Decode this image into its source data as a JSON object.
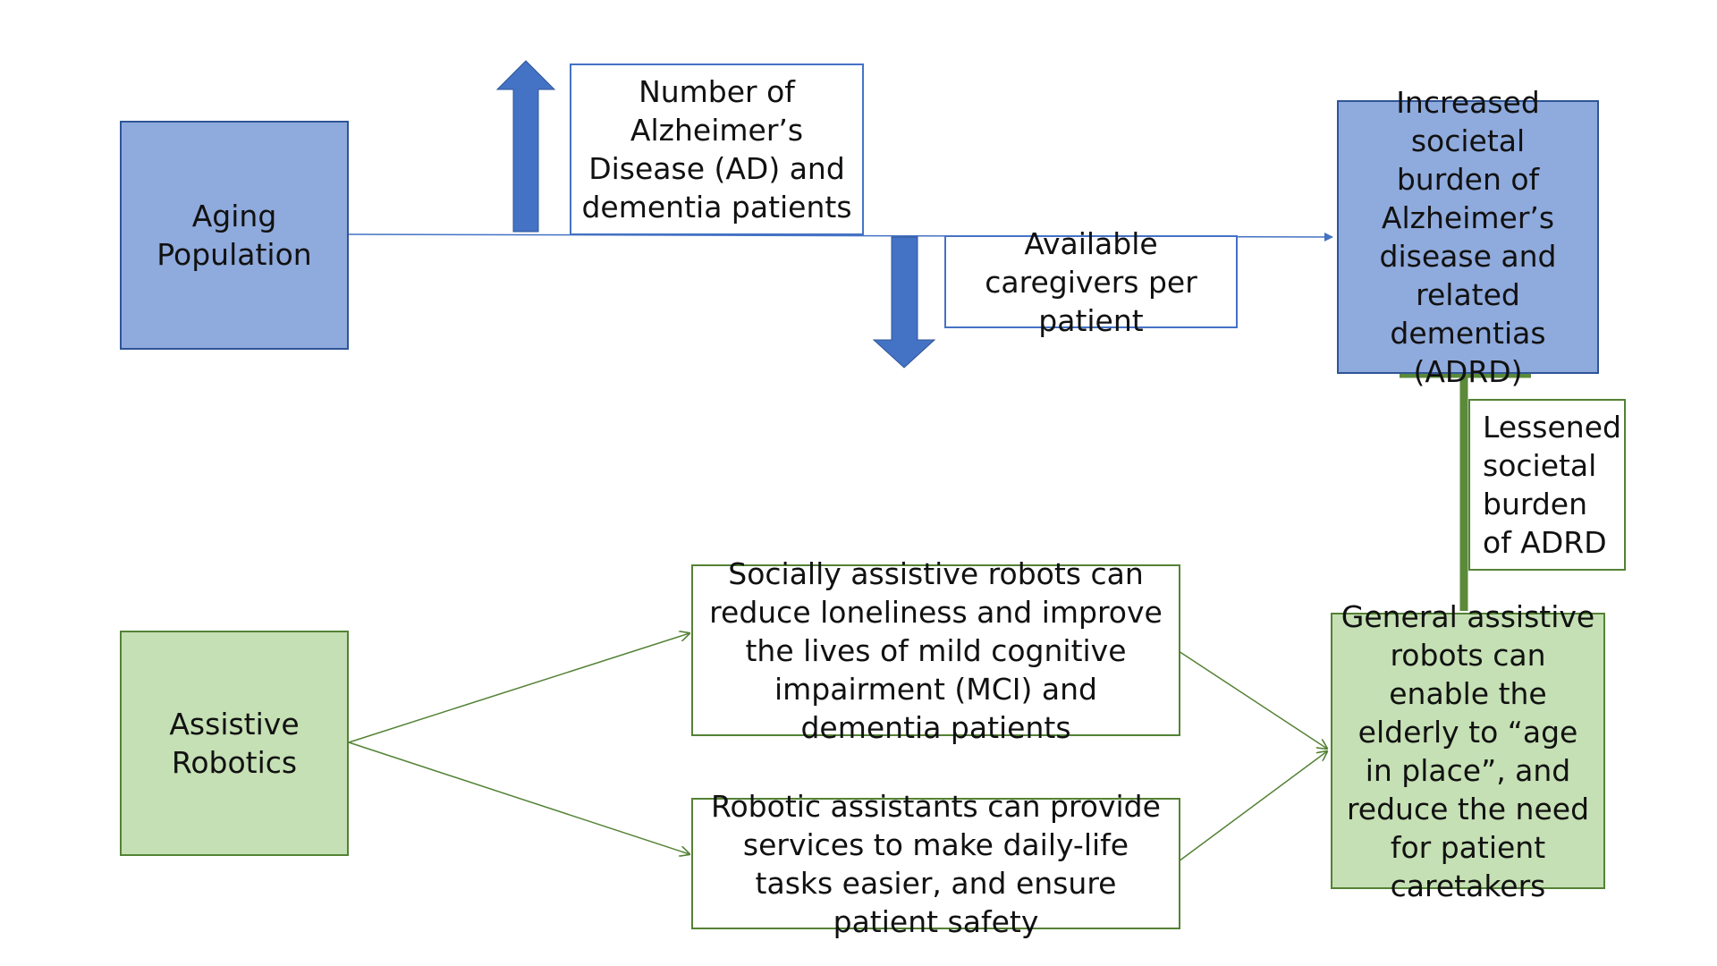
{
  "nodes": {
    "aging_population": "Aging Population",
    "ad_patients": "Number of Alzheimer’s Disease (AD) and dementia patients",
    "caregivers": "Available caregivers per patient",
    "societal_burden": "Increased societal burden of Alzheimer’s disease and related dementias (ADRD)",
    "lessened_burden": "Lessened societal burden of ADRD",
    "assistive_robotics": "Assistive Robotics",
    "socially_assistive": "Socially assistive robots can reduce loneliness and improve the lives of mild cognitive impairment (MCI) and dementia patients",
    "robotic_assistants": "Robotic assistants can provide services to make daily-life tasks easier, and ensure patient safety",
    "general_assistive": "General assistive robots can enable the elderly to “age in place”, and reduce the need for patient caretakers"
  },
  "indicators": {
    "ad_patients_trend": "increase",
    "caregivers_trend": "decrease"
  },
  "colors": {
    "blue_fill": "#8faadc",
    "blue_arrow": "#4472c4",
    "blue_border": "#2f5597",
    "green_fill": "#c5e0b4",
    "green_line": "#548235",
    "green_bar": "#5b8a3a"
  }
}
